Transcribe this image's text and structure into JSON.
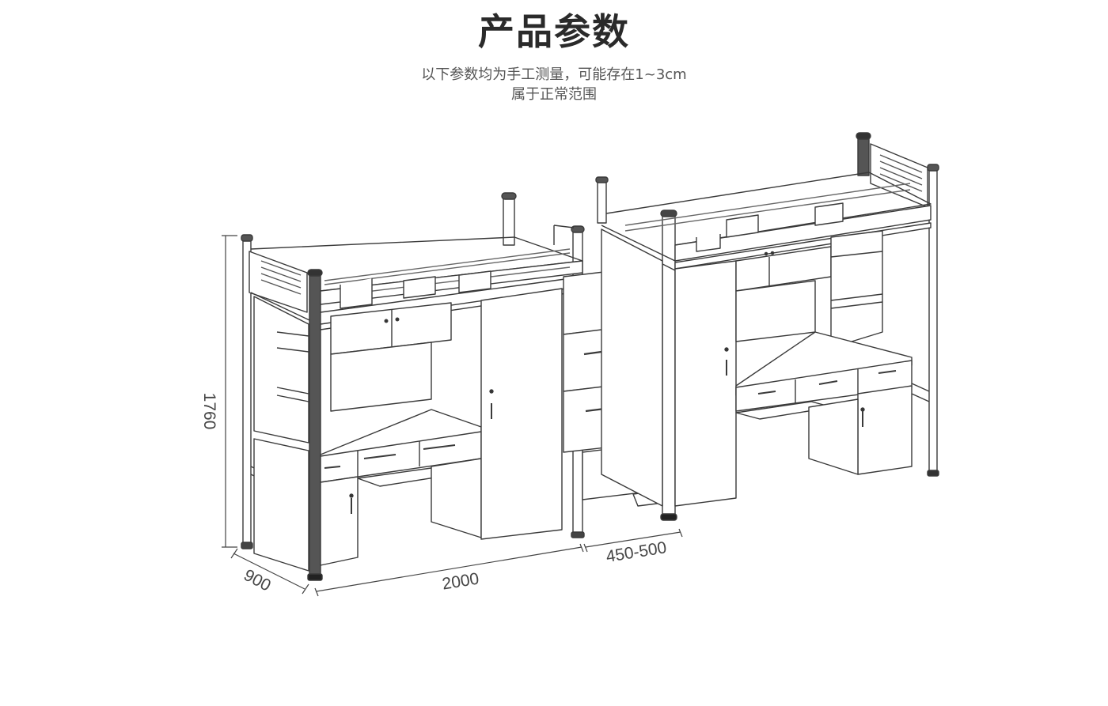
{
  "header": {
    "title": "产品参数",
    "note_line1": "以下参数均为手工测量，可能存在1~3cm",
    "note_line2": "属于正常范围"
  },
  "dimensions": {
    "height": "1760",
    "depth": "900",
    "length": "2000",
    "gap": "450-500"
  }
}
